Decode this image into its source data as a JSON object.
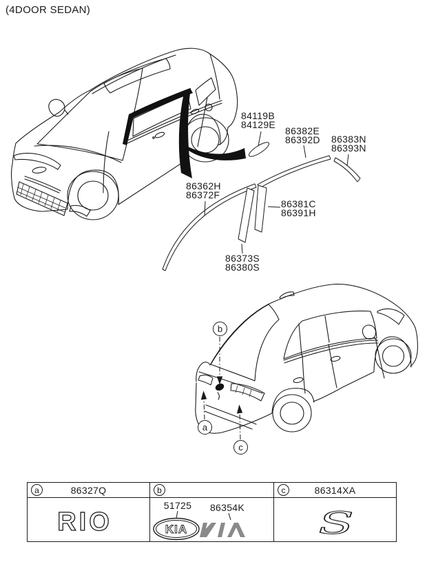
{
  "title": "(4DOOR SEDAN)",
  "diagram": {
    "part_labels": [
      {
        "name": "door-frame-sticker",
        "lines": [
          "84119B",
          "84129E"
        ]
      },
      {
        "name": "roof-molding-front",
        "lines": [
          "86382E",
          "86392D"
        ]
      },
      {
        "name": "roof-molding-rear",
        "lines": [
          "86383N",
          "86393N"
        ]
      },
      {
        "name": "window-frame-molding",
        "lines": [
          "86362H",
          "86372F"
        ]
      },
      {
        "name": "pillar-tape-rear",
        "lines": [
          "86381C",
          "86391H"
        ]
      },
      {
        "name": "pillar-tape-front",
        "lines": [
          "86373S",
          "86380S"
        ]
      }
    ],
    "callouts": [
      {
        "letter": "a"
      },
      {
        "letter": "b"
      },
      {
        "letter": "c"
      }
    ]
  },
  "table": {
    "col_a": {
      "letter": "a",
      "part_number": "86327Q",
      "logo_text": "RIO"
    },
    "col_b": {
      "letter": "b",
      "items": [
        {
          "part_number": "51725",
          "logo_text": "KIA"
        },
        {
          "part_number": "86354K",
          "logo_text": "KIA"
        }
      ]
    },
    "col_c": {
      "letter": "c",
      "part_number": "86314XA",
      "logo_text": "S"
    }
  },
  "colors": {
    "line": "#1b1b1b",
    "black_fill": "#111111",
    "logo_gray": "#8a8a8a",
    "background": "#ffffff"
  }
}
